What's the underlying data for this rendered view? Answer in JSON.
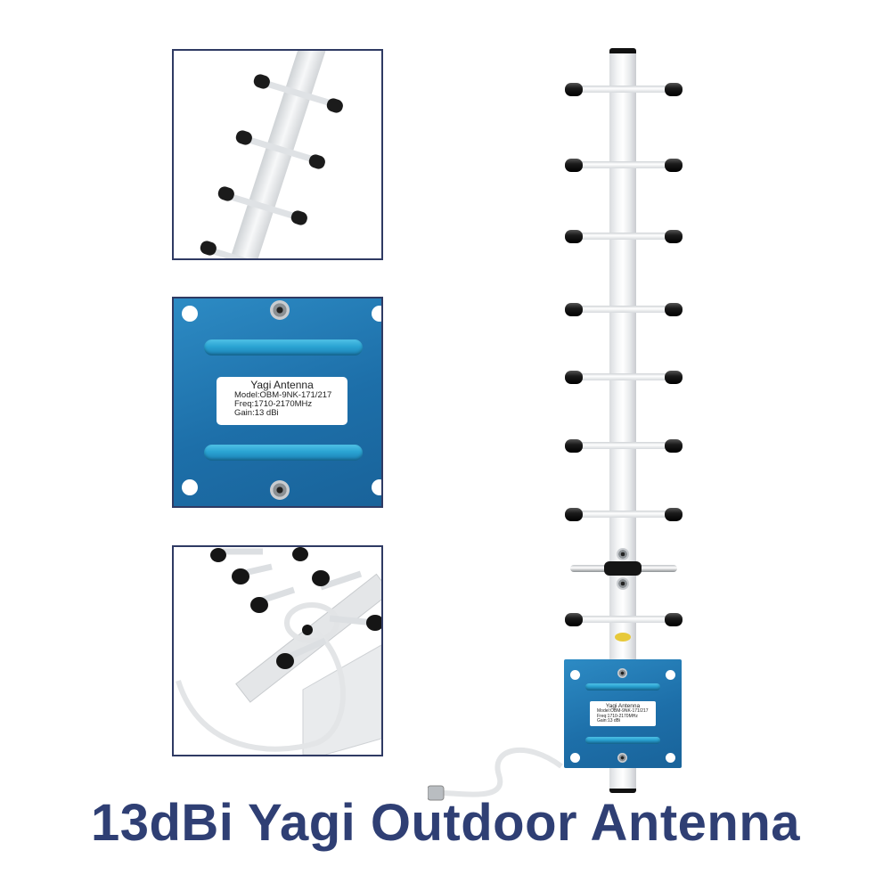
{
  "product": {
    "title": "13dBi Yagi Outdoor Antenna",
    "title_color": "#2f3f74",
    "frame_color": "#2f3a63",
    "plate_color": "#1d6fa9"
  },
  "label": {
    "name": "Yagi Antenna",
    "model": "Model:OBM-9NK-171/217",
    "freq": "Freq:1710-2170MHz",
    "gain": "Gain:13 dBi"
  },
  "insets": [
    {
      "id": "elements-closeup"
    },
    {
      "id": "label-plate-closeup"
    },
    {
      "id": "cable-mount-closeup"
    }
  ],
  "main_antenna": {
    "element_count": 9
  }
}
